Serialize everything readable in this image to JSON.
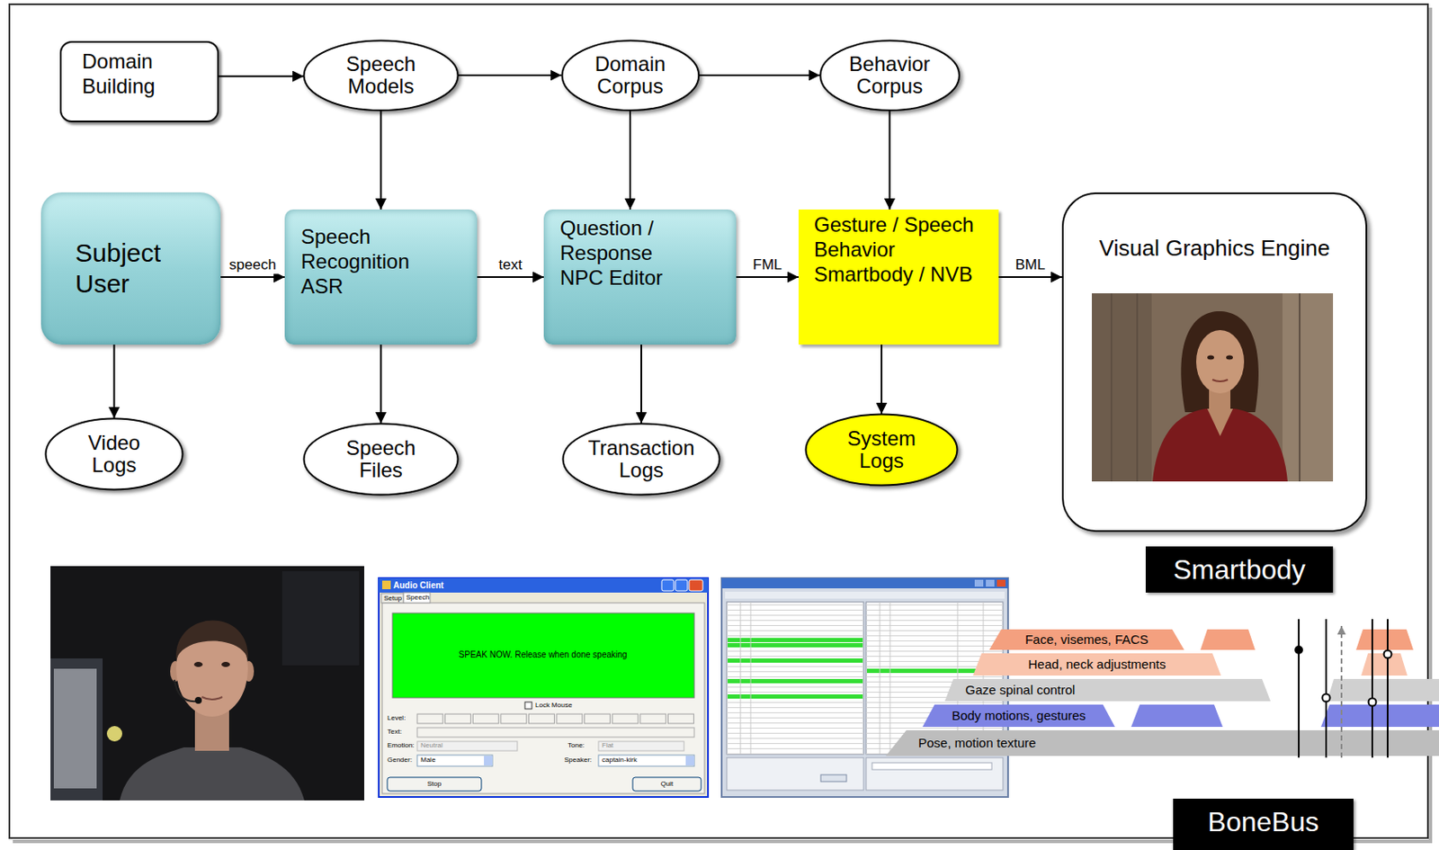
{
  "diagram": {
    "nodes": [
      {
        "text": [
          "Domain Building"
        ]
      },
      {
        "text": [
          "Speech Models"
        ]
      },
      {
        "text": [
          "Domain Corpus"
        ]
      },
      {
        "text": [
          "Behavior Corpus"
        ]
      },
      {
        "text": [
          "Subject User"
        ]
      },
      {
        "text": [
          "Speech Recognition ASR"
        ]
      },
      {
        "text": [
          "Question / Response NPC Editor"
        ]
      },
      {
        "text": [
          "Gesture / Speech Behavior Smartbody / NVB"
        ]
      },
      {
        "text": [
          "Visual Graphics Engine"
        ]
      },
      {
        "text": [
          "Video Logs"
        ]
      },
      {
        "text": [
          "Speech Files"
        ]
      },
      {
        "text": [
          "Transaction Logs"
        ]
      },
      {
        "text": [
          "System Logs"
        ]
      },
      {
        "text": [
          "Smartbody"
        ]
      },
      {
        "text": [
          "Face, visemes, FACS"
        ]
      },
      {
        "text": [
          "Head, neck adjustments"
        ]
      },
      {
        "text": [
          "Gaze spinal control"
        ]
      },
      {
        "text": [
          "Body motions, gestures"
        ]
      },
      {
        "text": [
          "Pose, motion texture"
        ]
      },
      {
        "text": [
          "BoneBus"
        ]
      }
    ],
    "edges": [
      {
        "from": 0,
        "to": 1,
        "arrow": "to"
      },
      {
        "from": 1,
        "to": 2,
        "arrow": "to"
      },
      {
        "from": 2,
        "to": 3,
        "arrow": "to"
      },
      {
        "from": 1,
        "to": 5,
        "arrow": "to"
      },
      {
        "from": 2,
        "to": 6,
        "arrow": "to"
      },
      {
        "from": 3,
        "to": 7,
        "arrow": "to"
      },
      {
        "from": 4,
        "to": 5,
        "label": "speech",
        "arrow": "to"
      },
      {
        "from": 5,
        "to": 6,
        "label": "text",
        "arrow": "to"
      },
      {
        "from": 6,
        "to": 7,
        "label": "FML",
        "arrow": "to"
      },
      {
        "from": 7,
        "to": 8,
        "label": "BML",
        "arrow": "to"
      },
      {
        "from": 4,
        "to": 9,
        "arrow": "to"
      },
      {
        "from": 5,
        "to": 10,
        "arrow": "to"
      },
      {
        "from": 6,
        "to": 11,
        "arrow": "to"
      },
      {
        "from": 7,
        "to": 12,
        "arrow": "to"
      }
    ],
    "labels": [
      "Audio Client",
      "Setup",
      "Speech",
      "SPEAK NOW. Release when done speaking",
      "Lock Mouse",
      "Level:",
      "Text:",
      "Emotion:",
      "Neutral",
      "Tone:",
      "Flat",
      "Gender:",
      "Male",
      "Speaker:",
      "captain-kirk",
      "Stop",
      "Quit"
    ]
  }
}
